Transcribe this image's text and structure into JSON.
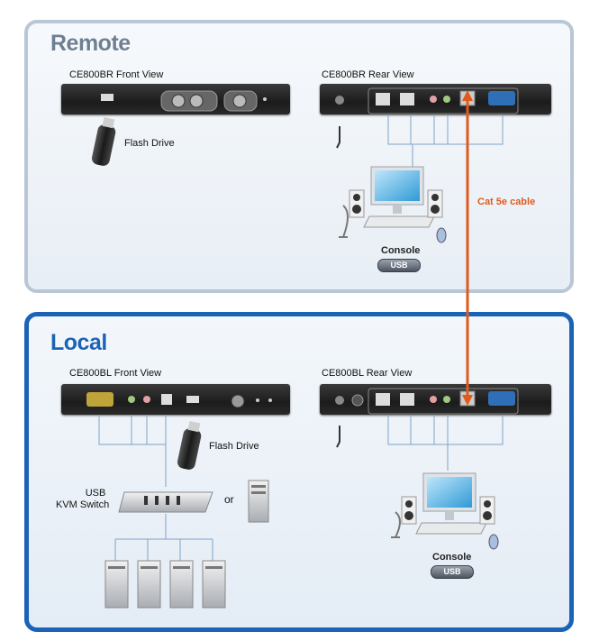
{
  "remote": {
    "title": "Remote",
    "front_view_label": "CE800BR Front View",
    "rear_view_label": "CE800BR Rear View",
    "flash_drive_label": "Flash Drive",
    "console_label": "Console",
    "console_badge": "USB"
  },
  "local": {
    "title": "Local",
    "front_view_label": "CE800BL Front View",
    "rear_view_label": "CE800BL Rear View",
    "flash_drive_label": "Flash Drive",
    "kvm_label_line1": "USB",
    "kvm_label_line2": "KVM Switch",
    "or_label": "or",
    "console_label": "Console",
    "console_badge": "USB"
  },
  "cable_label": "Cat 5e cable",
  "colors": {
    "remote_border": "#b9c6d6",
    "local_border": "#1b63b6",
    "remote_title": "#6f7f93",
    "local_title": "#1b63b6",
    "cable": "#e05a1e",
    "connector_lines": "#7fa3c8"
  },
  "icons": [
    "usb-port-icon",
    "flash-drive-icon",
    "monitor-icon",
    "speaker-icon",
    "microphone-icon",
    "mouse-icon",
    "keyboard-icon",
    "vga-port-icon",
    "rj45-port-icon",
    "kvm-switch-icon",
    "tower-pc-icon"
  ]
}
